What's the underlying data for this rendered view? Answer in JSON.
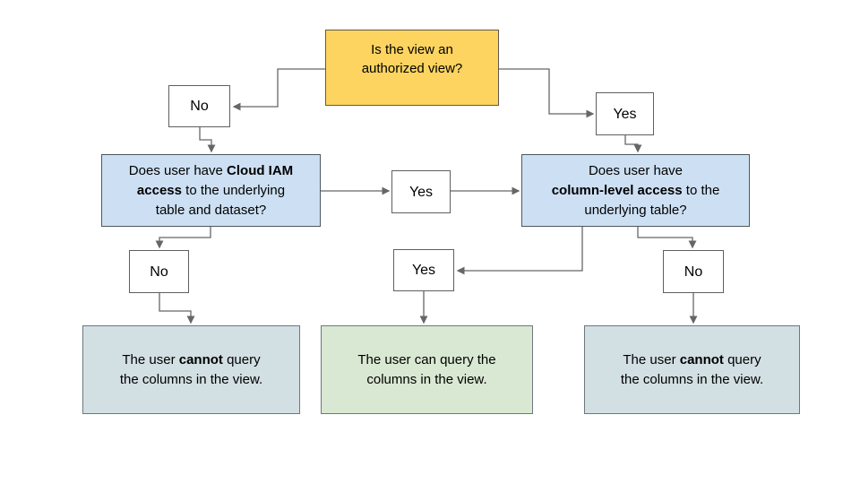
{
  "diagram": {
    "type": "flowchart",
    "topic": "Authorized view column query access decision",
    "colors": {
      "start_fill": "#FCD45F",
      "question_fill": "#CDE0F3",
      "negative_fill": "#D2DFE3",
      "positive_fill": "#D9E8D2",
      "connector": "#666666"
    },
    "nodes": {
      "start": {
        "l1": "Is the view an",
        "l2": "authorized view?"
      },
      "no_top": {
        "label": "No"
      },
      "yes_top": {
        "label": "Yes"
      },
      "q_iam": {
        "l1_pre": "Does user have ",
        "l1_bold": "Cloud IAM",
        "l2_bold": "access",
        "l2_post": " to the underlying",
        "l3": "table and dataset?"
      },
      "yes_mid": {
        "label": "Yes"
      },
      "q_col": {
        "l1": "Does user have",
        "l2_bold": "column-level access",
        "l2_post": " to the",
        "l3": "underlying table?"
      },
      "no_left": {
        "label": "No"
      },
      "yes_lower": {
        "label": "Yes"
      },
      "no_right": {
        "label": "No"
      },
      "out_left": {
        "l1_pre": "The user ",
        "l1_bold": "cannot",
        "l1_post": " query",
        "l2": "the columns in the view."
      },
      "out_mid": {
        "l1": "The user can query the",
        "l2": "columns in the view."
      },
      "out_right": {
        "l1_pre": "The user ",
        "l1_bold": "cannot",
        "l1_post": " query",
        "l2": "the columns in the view."
      }
    }
  }
}
